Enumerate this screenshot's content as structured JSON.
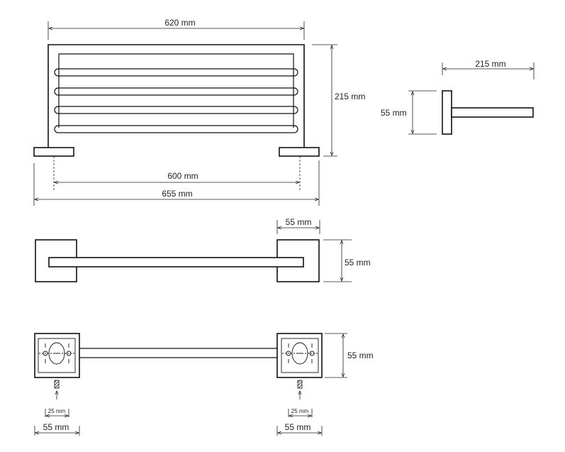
{
  "colors": {
    "line": "#111111",
    "background": "#ffffff"
  },
  "labels": {
    "front_width": "620 mm",
    "front_height": "215 mm",
    "front_mount_spacing": "600 mm",
    "front_total_width": "655 mm",
    "side_depth": "215 mm",
    "side_height": "55 mm",
    "top_base_width": "55 mm",
    "top_base_height": "55 mm",
    "mount_height": "55 mm",
    "mount_hole_left": "25 mm",
    "mount_hole_right": "25 mm",
    "mount_width_left": "55 mm",
    "mount_width_right": "55 mm"
  }
}
